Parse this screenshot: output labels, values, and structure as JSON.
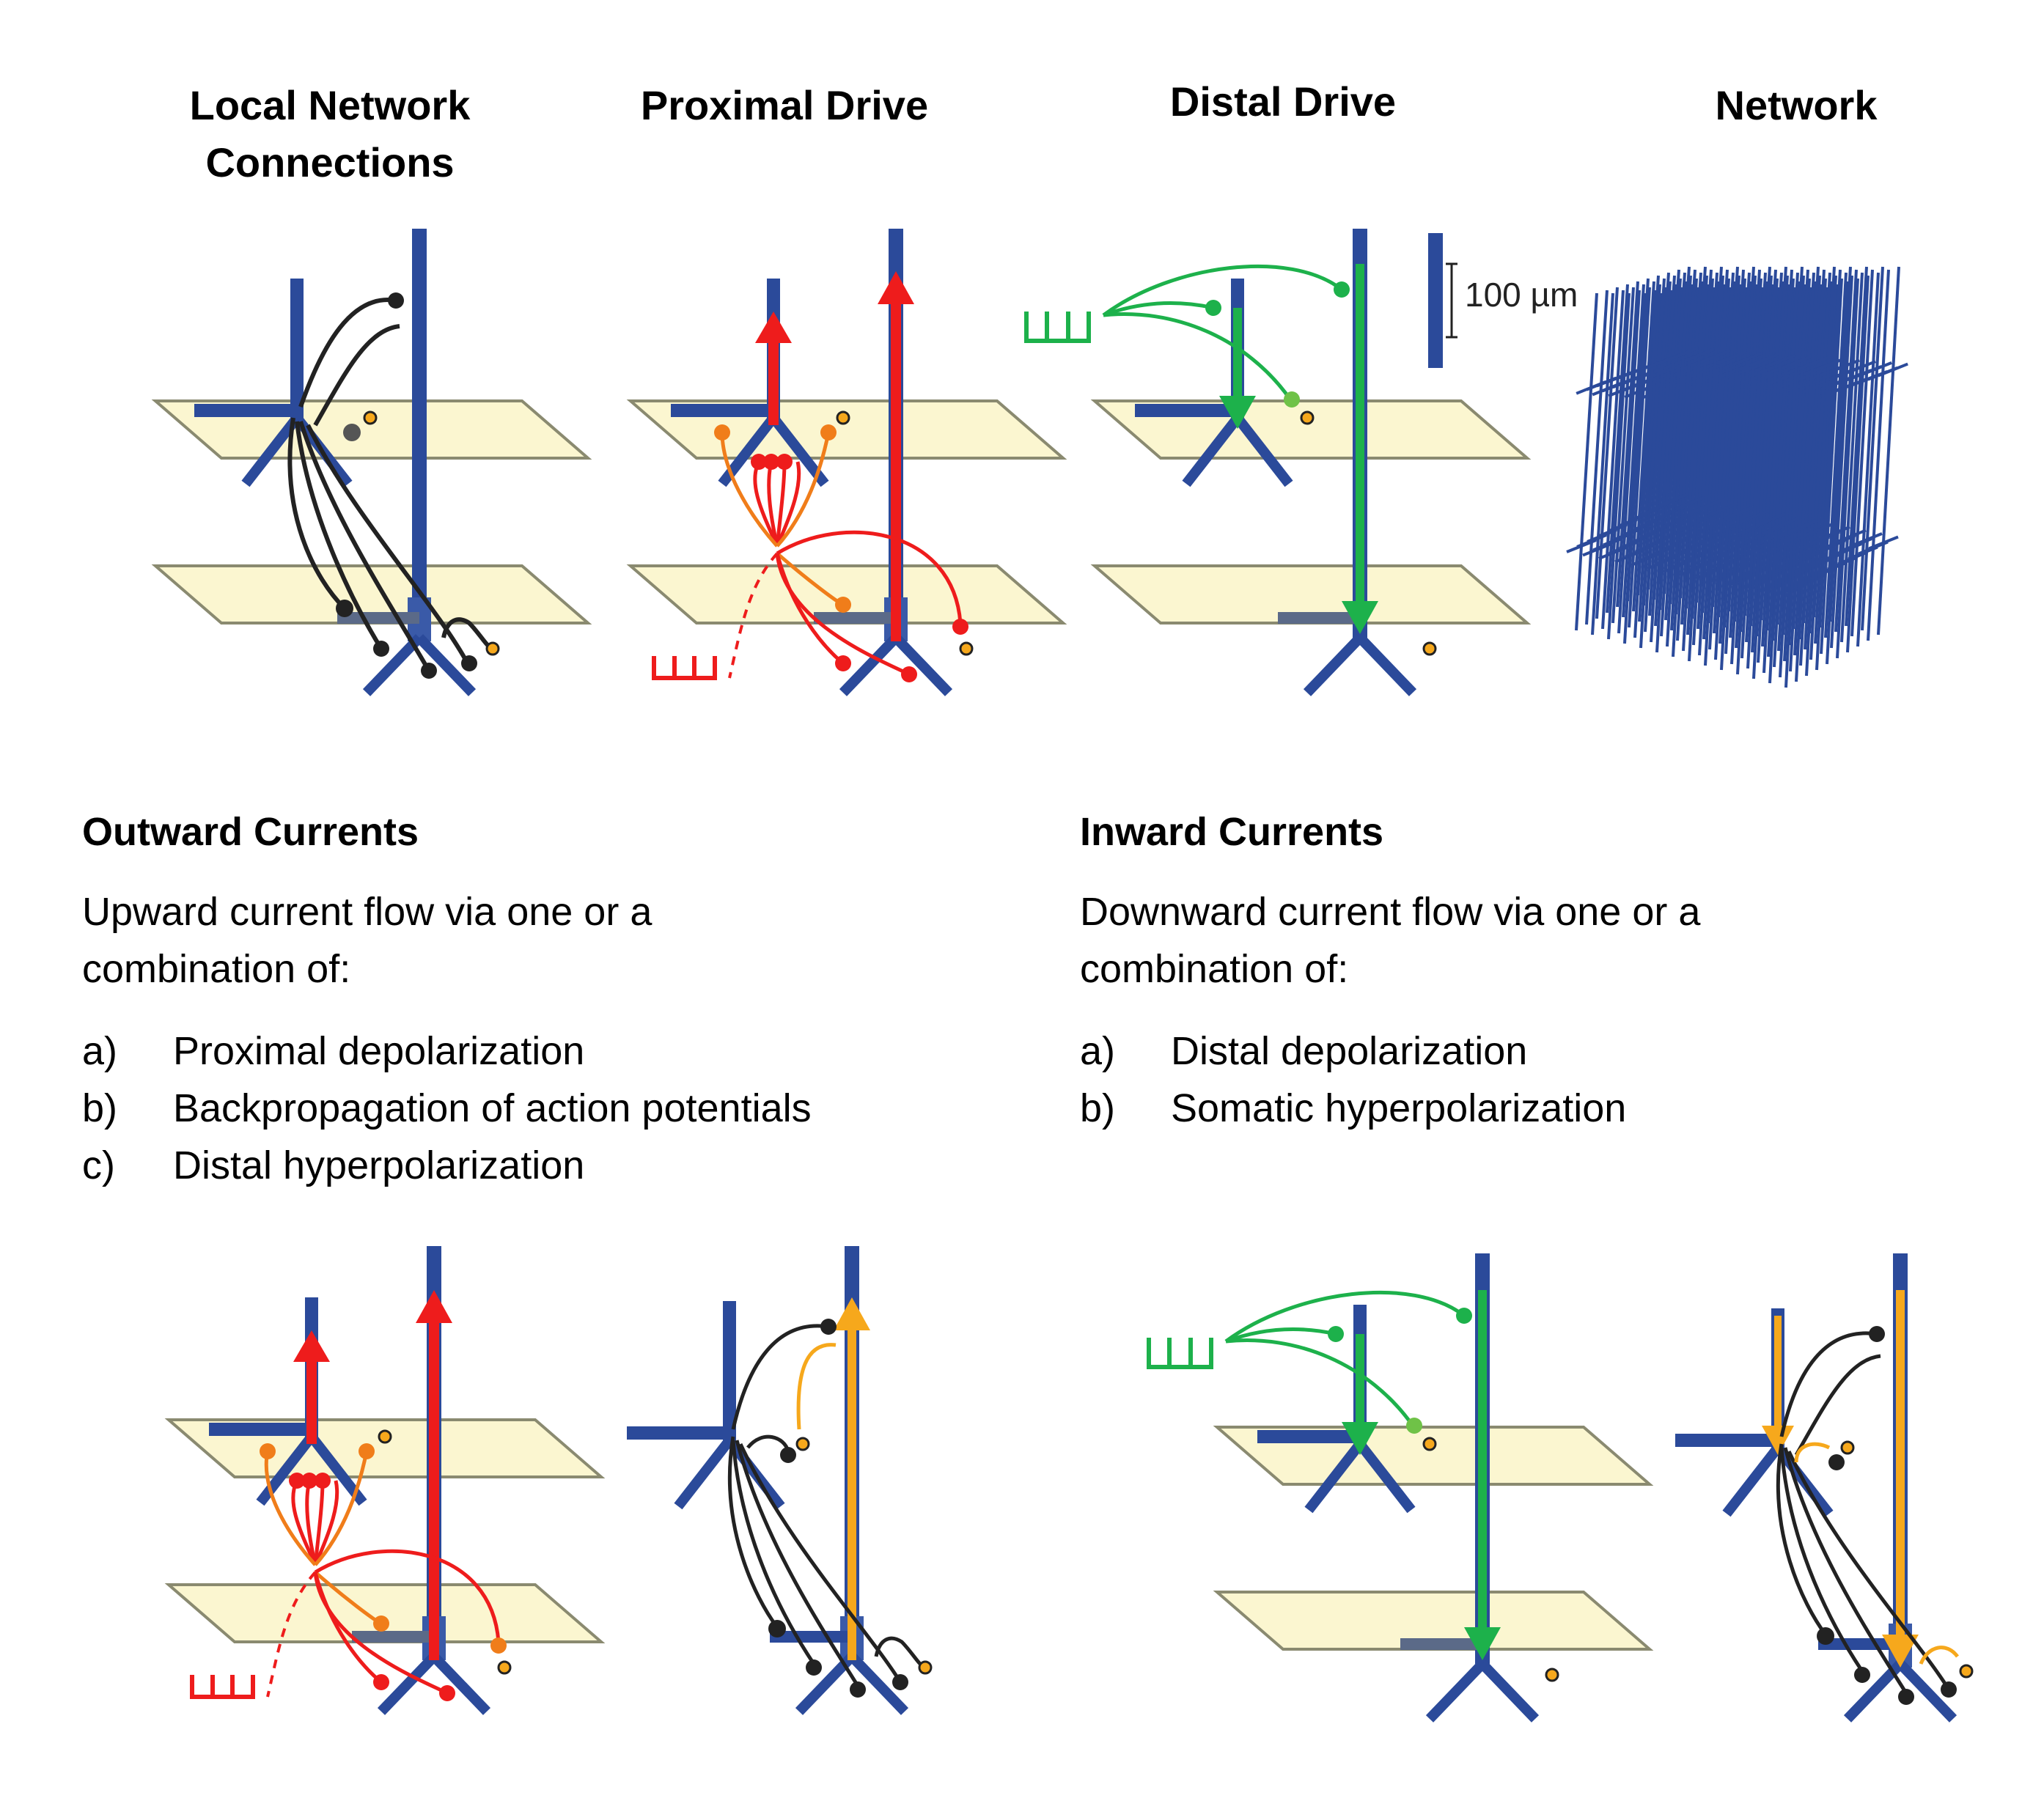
{
  "panels": {
    "local": {
      "title_line1": "Local Network",
      "title_line2": "Connections"
    },
    "proximal": {
      "title": "Proximal Drive"
    },
    "distal": {
      "title": "Distal Drive"
    },
    "network": {
      "title": "Network"
    }
  },
  "scale_bar": {
    "label": "100 µm"
  },
  "outward": {
    "title": "Outward Currents",
    "description_line1": "Upward current flow via one or a",
    "description_line2": "combination of:",
    "items": [
      {
        "marker": "a)",
        "text": "Proximal depolarization"
      },
      {
        "marker": "b)",
        "text": "Backpropagation of action potentials"
      },
      {
        "marker": "c)",
        "text": "Distal hyperpolarization"
      }
    ]
  },
  "inward": {
    "title": "Inward Currents",
    "description_line1": "Downward current flow via one or a",
    "description_line2": "combination of:",
    "items": [
      {
        "marker": "a)",
        "text": "Distal depolarization"
      },
      {
        "marker": "b)",
        "text": "Somatic hyperpolarization"
      }
    ]
  },
  "colors": {
    "neuron": "#2B4A9A",
    "layer_plane": "#FAF5C8",
    "excitatory_input": "#EE1C1C",
    "proximal_synapse": "#F07D1A",
    "distal_input": "#1DB14B",
    "inhibitory_current": "#F6A81C",
    "local_connection": "#222222"
  }
}
